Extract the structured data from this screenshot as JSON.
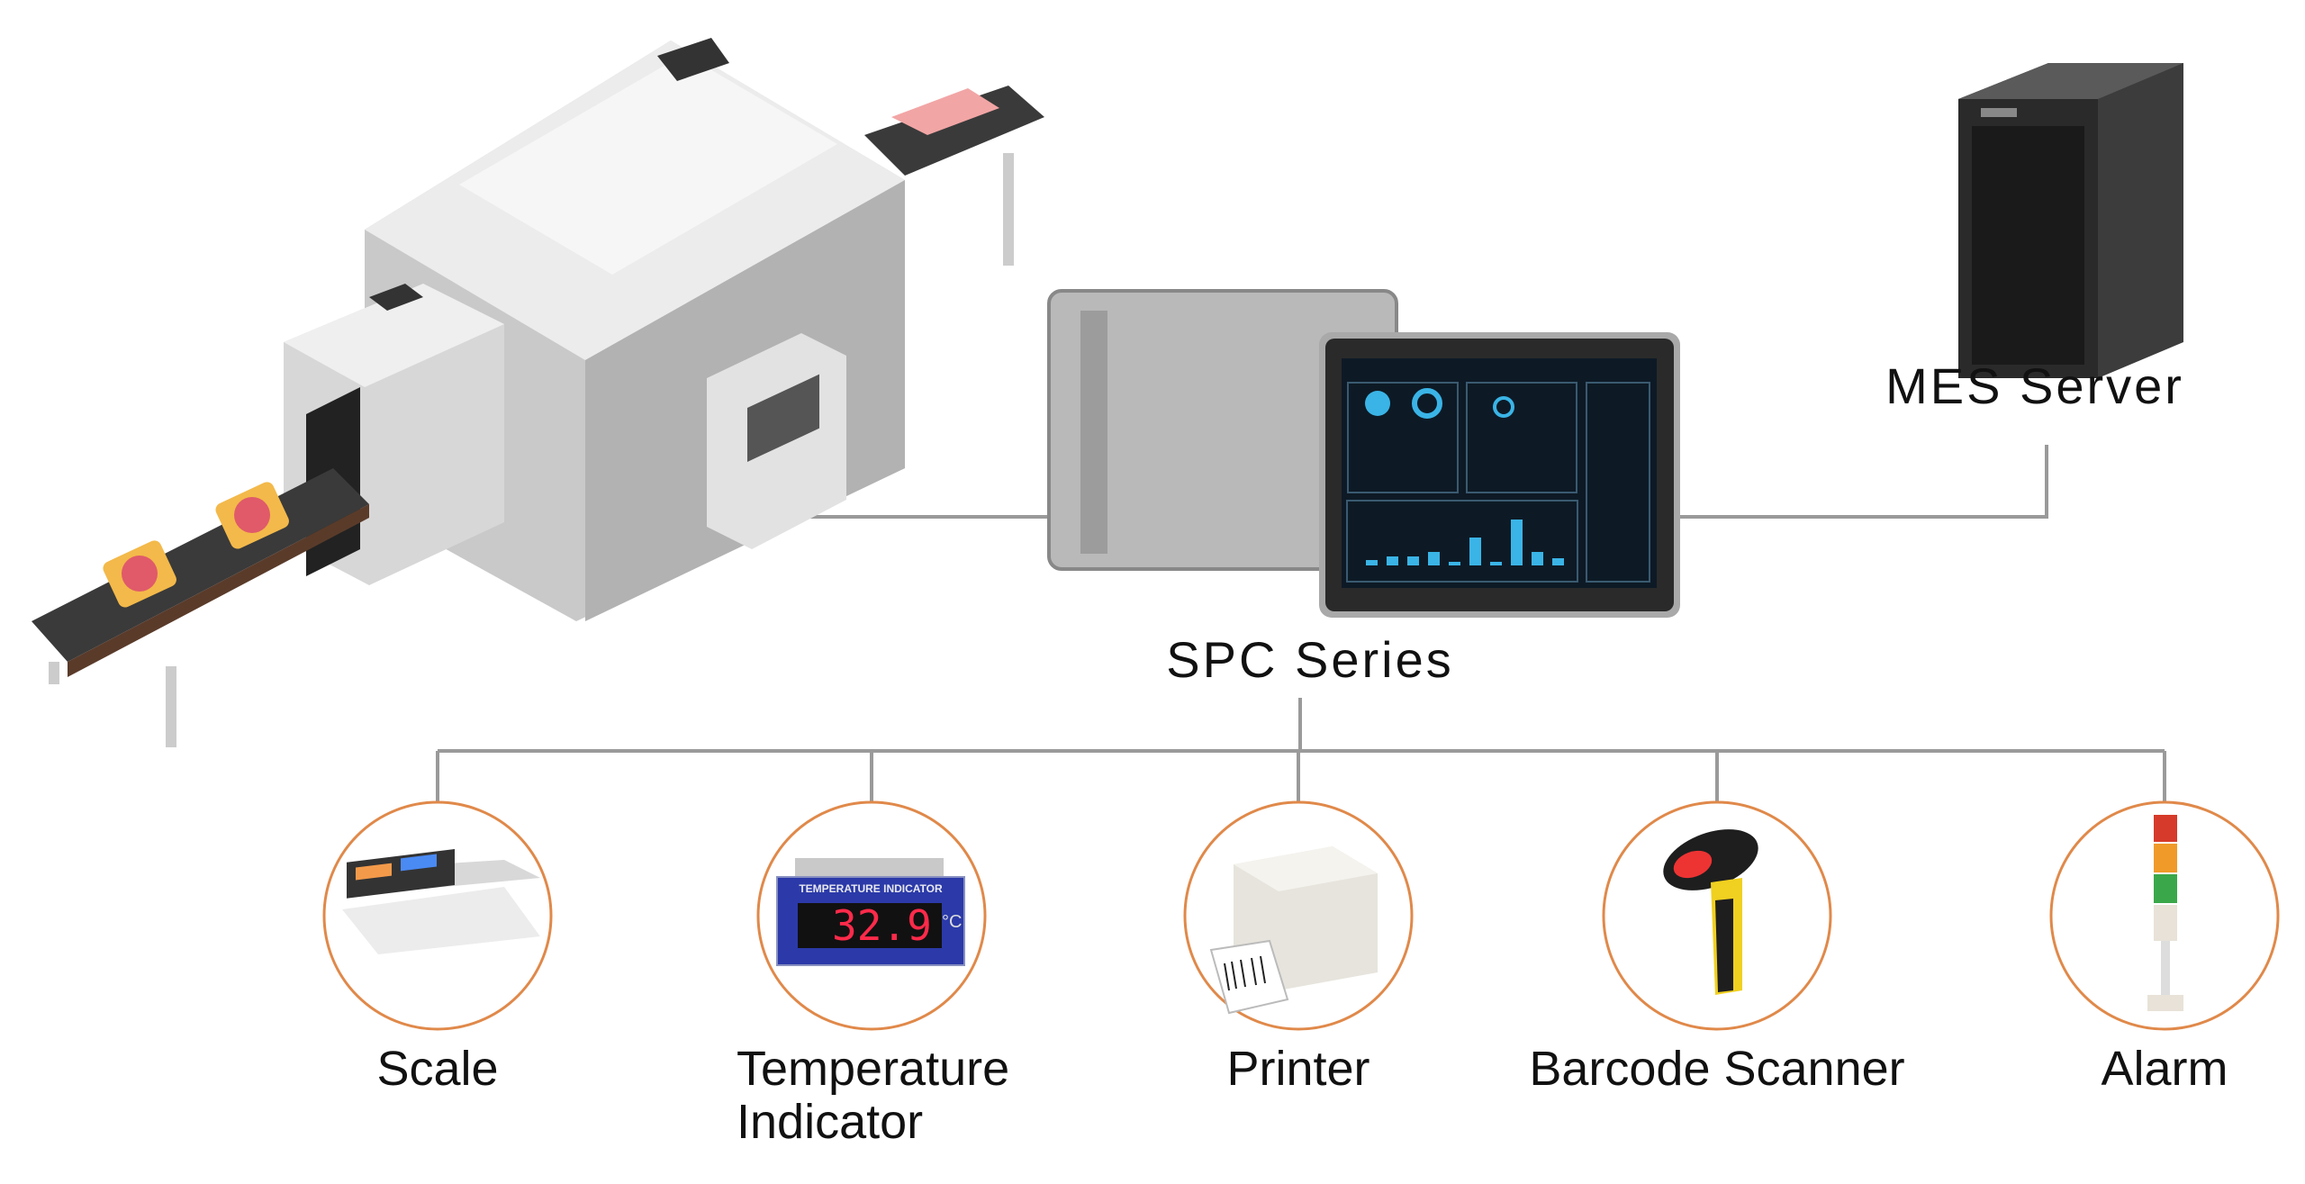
{
  "diagram": {
    "hub": {
      "label": "SPC Series"
    },
    "server": {
      "label": "MES Server"
    },
    "devices": [
      {
        "label": "Scale",
        "icon": "scale-icon"
      },
      {
        "label_line1": "Temperature",
        "label_line2": "Indicator",
        "icon": "temperature-indicator-icon",
        "display_title": "TEMPERATURE INDICATOR",
        "display_value": "32.9",
        "display_unit": "°C"
      },
      {
        "label": "Printer",
        "icon": "printer-icon"
      },
      {
        "label": "Barcode Scanner",
        "icon": "barcode-scanner-icon"
      },
      {
        "label": "Alarm",
        "icon": "alarm-tower-icon"
      }
    ],
    "colors": {
      "line": "#999999",
      "circle": "#e0894a",
      "screen": "#0d1a26",
      "accent": "#3ab4e6"
    }
  }
}
